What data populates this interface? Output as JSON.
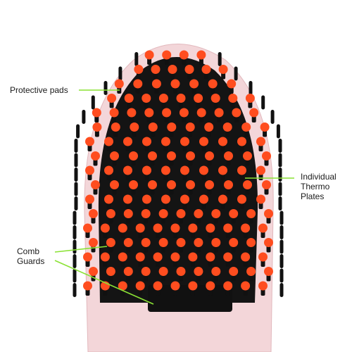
{
  "labels": {
    "protective_pads": [
      "Protective pads"
    ],
    "thermo_plates": [
      "Individual",
      "Thermo",
      "Plates"
    ],
    "comb_guards": [
      "Comb",
      "Guards"
    ]
  },
  "colors": {
    "background": "#ffffff",
    "housing": "#f3d6d9",
    "housing_edge": "#e2b8bd",
    "plate": "#141414",
    "bristle": "#111111",
    "tip": "#ff4d1f",
    "callout": "#8ae234"
  }
}
